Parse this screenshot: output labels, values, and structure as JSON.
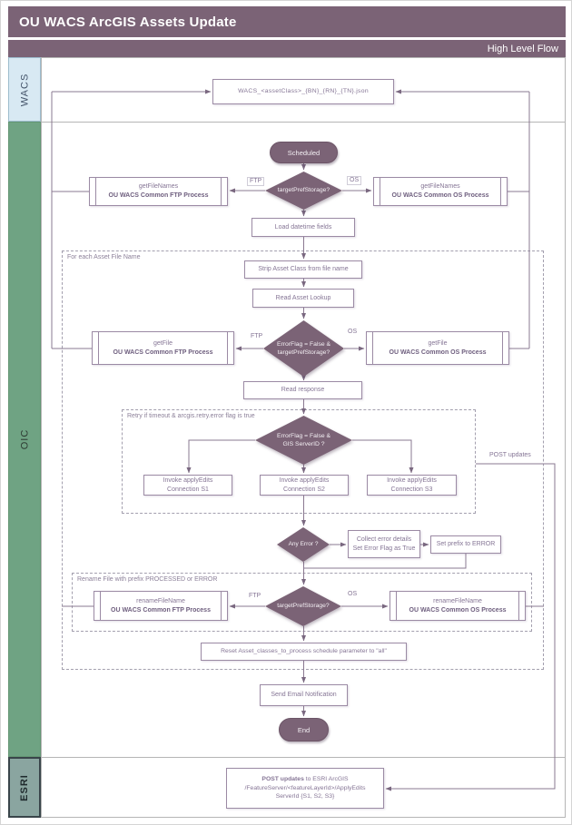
{
  "window": {
    "title": "OU WACS ArcGIS Assets Update",
    "subtitle": "High Level Flow"
  },
  "lanes": {
    "wacs": "WACS",
    "oic": "OIC",
    "esri": "ESRI"
  },
  "containers": {
    "foreach_label": "For each Asset File Name",
    "retry_label": "Retry if timeout & arcgis.retry.error flag is true",
    "rename_label": "Rename File with prefix PROCESSED or ERROR"
  },
  "edge_labels": {
    "ftp": "FTP",
    "os": "OS",
    "post_updates": "POST updates"
  },
  "nodes": {
    "wacs_file": "WACS_<assetClass>_{BN}_{RN}_{TN}.json",
    "scheduled": "Scheduled",
    "target_storage": "targetPrefStorage?",
    "getfilenames": "getFileNames",
    "common_ftp": "OU WACS Common FTP Process",
    "common_os": "OU WACS Common OS Process",
    "load_datetime": "Load datetime fields",
    "strip_class": "Strip Asset Class from file name",
    "read_lookup": "Read Asset Lookup",
    "errorflag_l1": "ErrorFlag = False &",
    "errorflag_storage_l2": "targetPrefStorage?",
    "getfile": "getFile",
    "read_response": "Read response",
    "errorflag_gis_l2": "GIS ServerID ?",
    "invoke_l1": "Invoke applyEdits",
    "conn_s1": "Connection S1",
    "conn_s2": "Connection S2",
    "conn_s3": "Connection S3",
    "any_error": "Any Error ?",
    "collect_l1": "Collect error details",
    "collect_l2": "Set Error Flag as True",
    "set_prefix": "Set prefix to ERROR",
    "rename_filename": "renameFileName",
    "reset": "Reset Asset_classes_to_process schedule parameter to \"all\"",
    "send_email": "Send Email Notification",
    "end": "End",
    "esri_l1_bold": "POST updates",
    "esri_l1_rest": " to ESRI ArcGIS",
    "esri_l2": "/FeatureServer/<featureLayerId>/ApplyEdits",
    "esri_l3": "ServerId {S1, S2, S3}"
  },
  "colors": {
    "accent_purple": "#7b6376",
    "connector_line": "#8a7890",
    "lane_wacs_bg": "#d8e9f3",
    "lane_oic_bg": "#6fa383",
    "lane_esri_bg": "#8aa5a0"
  }
}
